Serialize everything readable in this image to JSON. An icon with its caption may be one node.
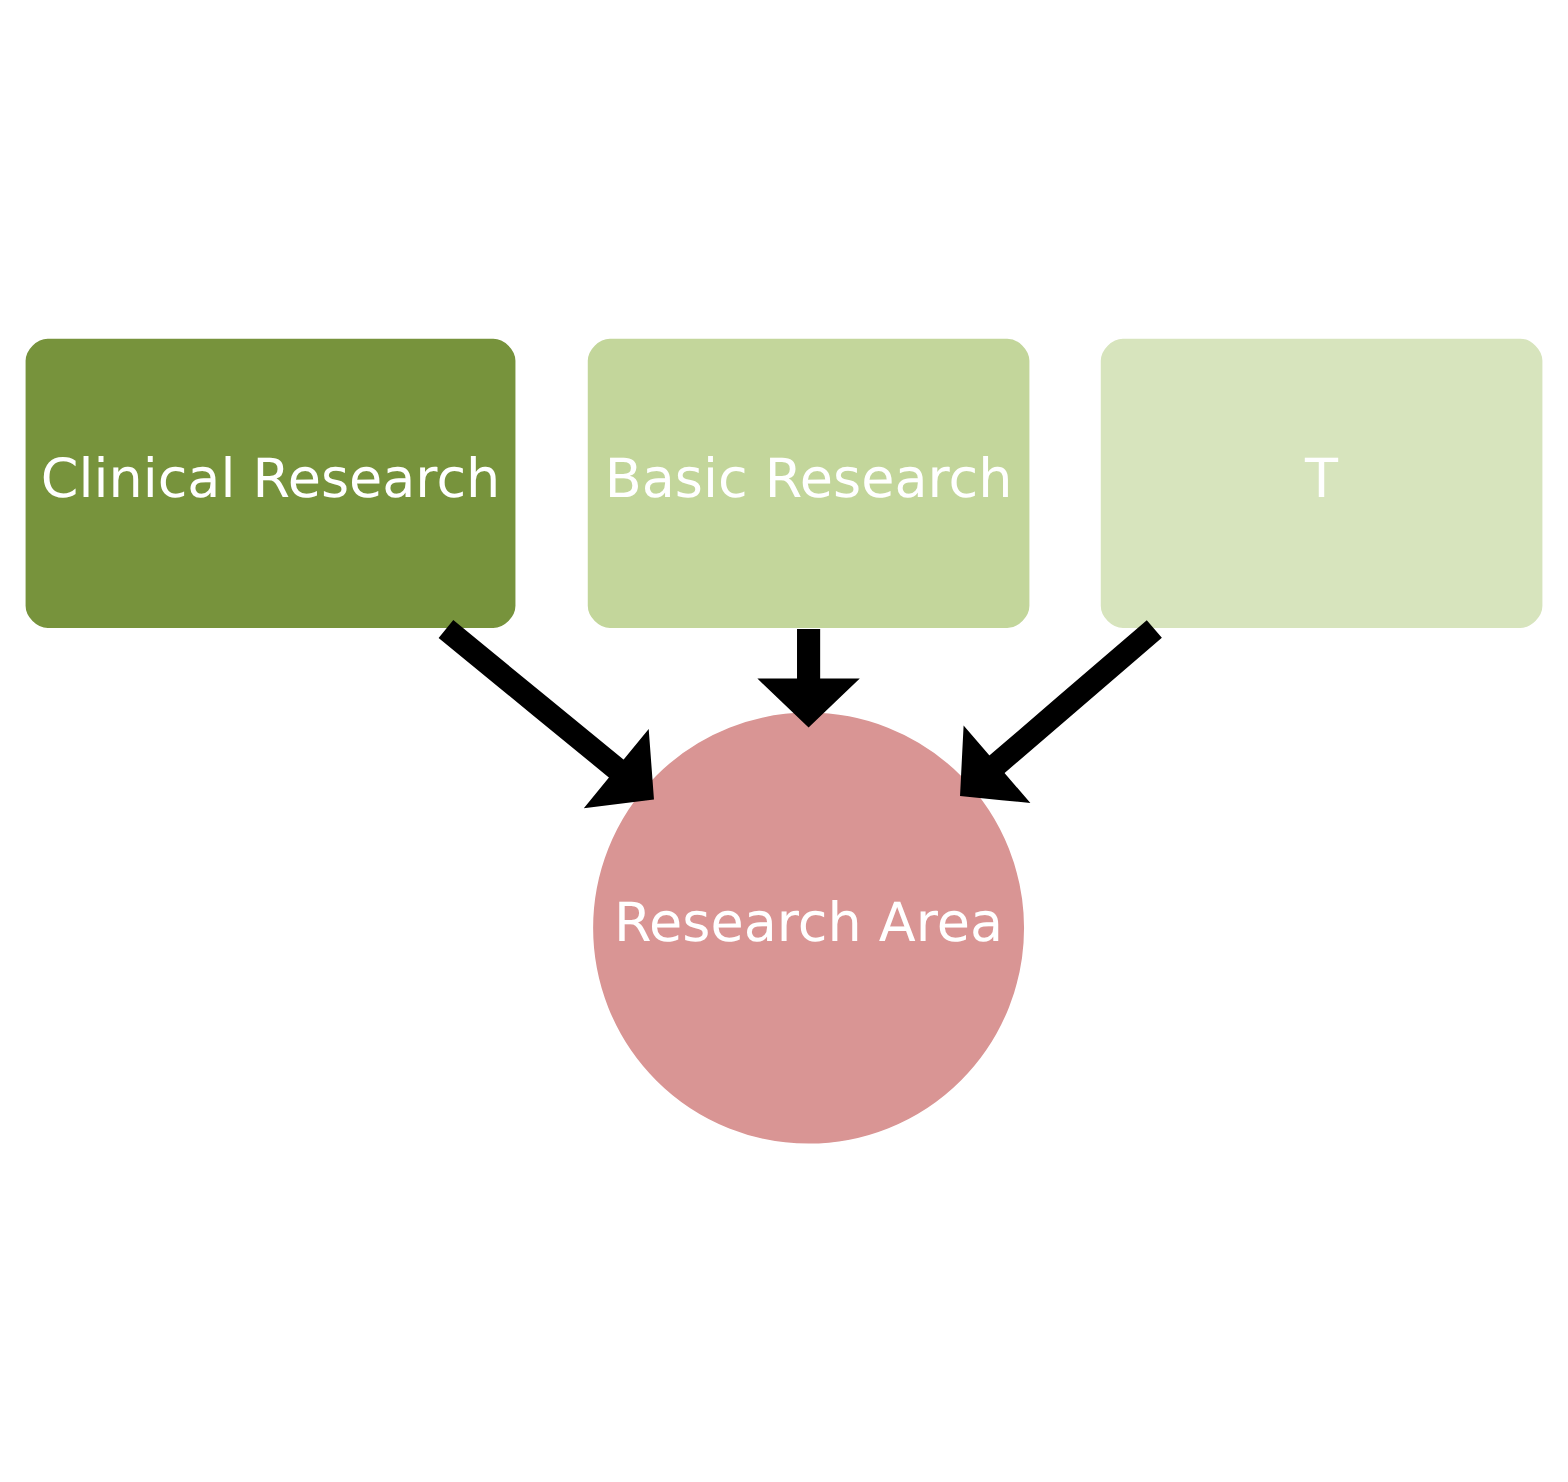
{
  "diagram": {
    "nodes": [
      {
        "text": [
          "Clinical Research"
        ]
      },
      {
        "text": [
          "Basic Research"
        ]
      },
      {
        "text": [
          "T"
        ]
      },
      {
        "text": [
          "Research Area"
        ]
      }
    ],
    "edges": [
      {
        "from": 0,
        "to": 3,
        "arrow": "to"
      },
      {
        "from": 1,
        "to": 3,
        "arrow": "to"
      },
      {
        "from": 2,
        "to": 3,
        "arrow": "to"
      }
    ]
  }
}
